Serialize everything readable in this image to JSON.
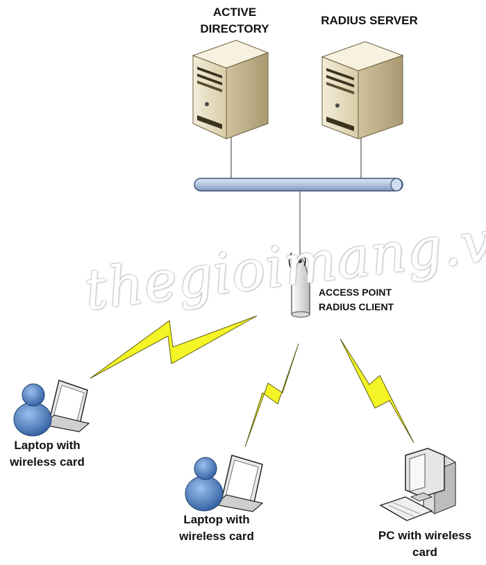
{
  "nodes": {
    "active_directory": {
      "line1": "ACTIVE",
      "line2": "DIRECTORY"
    },
    "radius_server": {
      "label": "RADIUS SERVER"
    },
    "access_point": {
      "line1": "ACCESS POINT",
      "line2": "RADIUS CLIENT"
    },
    "laptop_left": {
      "line1": "Laptop with",
      "line2": "wireless card"
    },
    "laptop_center": {
      "line1": "Laptop with",
      "line2": "wireless card"
    },
    "pc": {
      "line1": "PC with wireless",
      "line2": "card"
    }
  },
  "watermark": "thegioimang.vn",
  "colors": {
    "server_body": "#e6dcc0",
    "bus": "#b8c9e3",
    "lightning": "#f2f21e",
    "person": "#4f7ec0"
  }
}
